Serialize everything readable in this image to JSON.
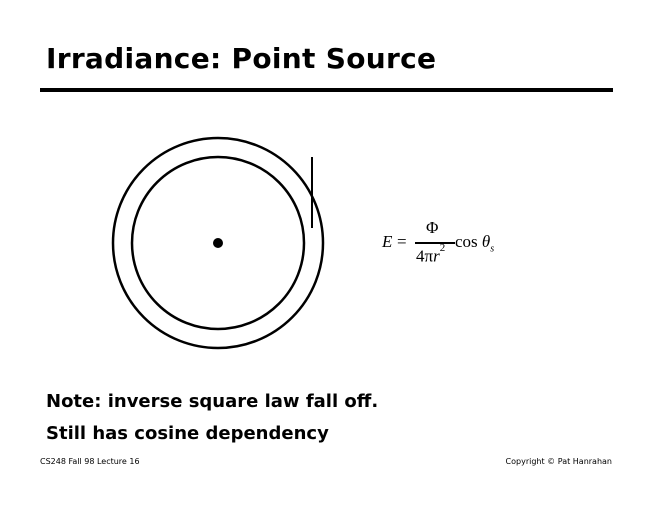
{
  "title": "Irradiance: Point Source",
  "equation": {
    "lhs": "E",
    "eq": "=",
    "numerator": "Φ",
    "den_coef": "4π",
    "den_var": "r",
    "den_exp": "2",
    "cos": "cos ",
    "theta": "θ",
    "sub": "s"
  },
  "notes": [
    "Note: inverse square law fall off.",
    "Still has cosine dependency"
  ],
  "footer": {
    "left": "CS248 Fall 98 Lecture 16",
    "right": "Copyright © Pat Hanrahan"
  }
}
